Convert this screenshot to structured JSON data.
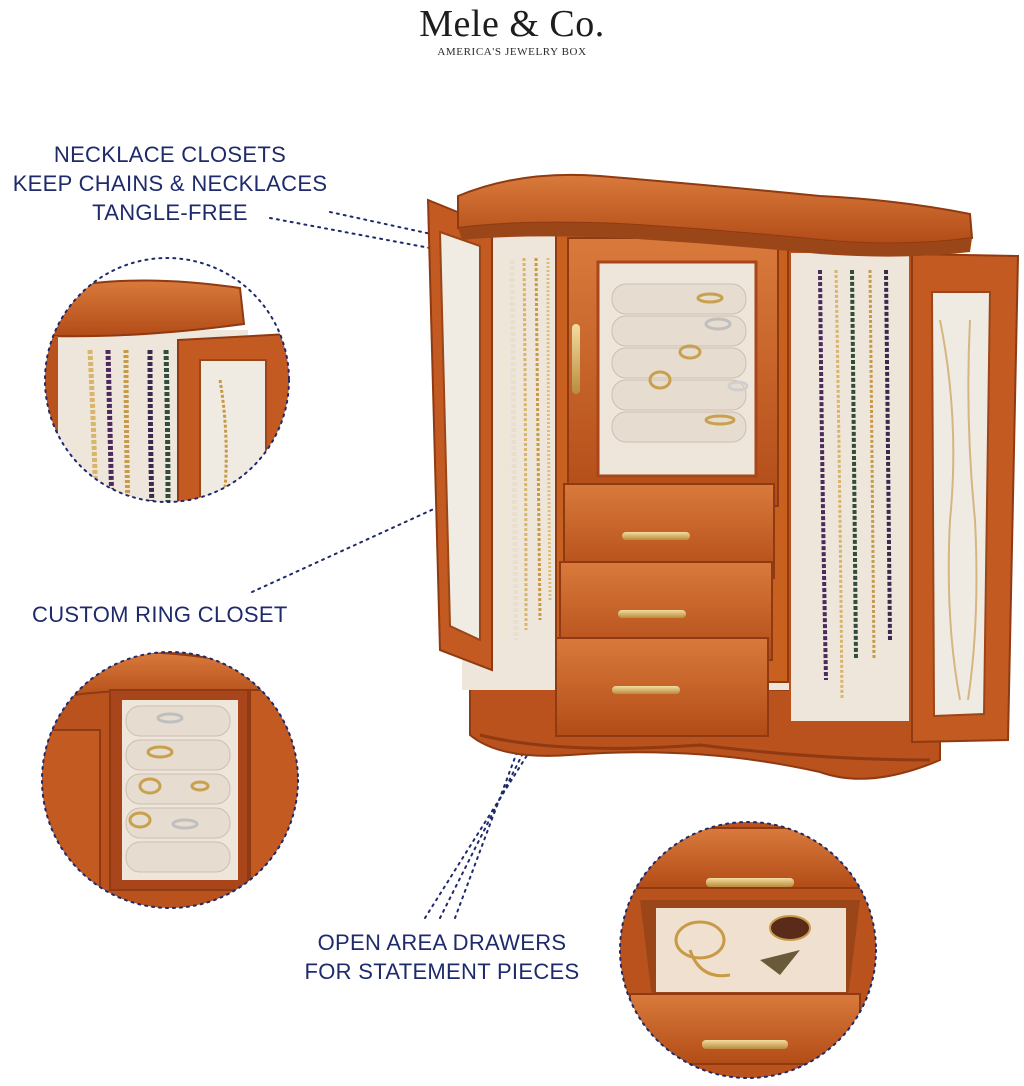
{
  "brand": {
    "name": "Mele & Co.",
    "tagline": "AMERICA'S JEWELRY BOX"
  },
  "callouts": {
    "necklace_closets": [
      "NECKLACE CLOSETS",
      "KEEP CHAINS & NECKLACES",
      "TANGLE-FREE"
    ],
    "ring_closet": [
      "CUSTOM RING CLOSET"
    ],
    "drawers": [
      "OPEN AREA DRAWERS",
      "FOR STATEMENT PIECES"
    ]
  },
  "colors": {
    "wood": "#c4581f",
    "wood_dark": "#8f3a12",
    "wood_light": "#d97a3c",
    "lining": "#eee5da",
    "text_navy": "#1f2a6b",
    "brass": "#d9b46a"
  }
}
